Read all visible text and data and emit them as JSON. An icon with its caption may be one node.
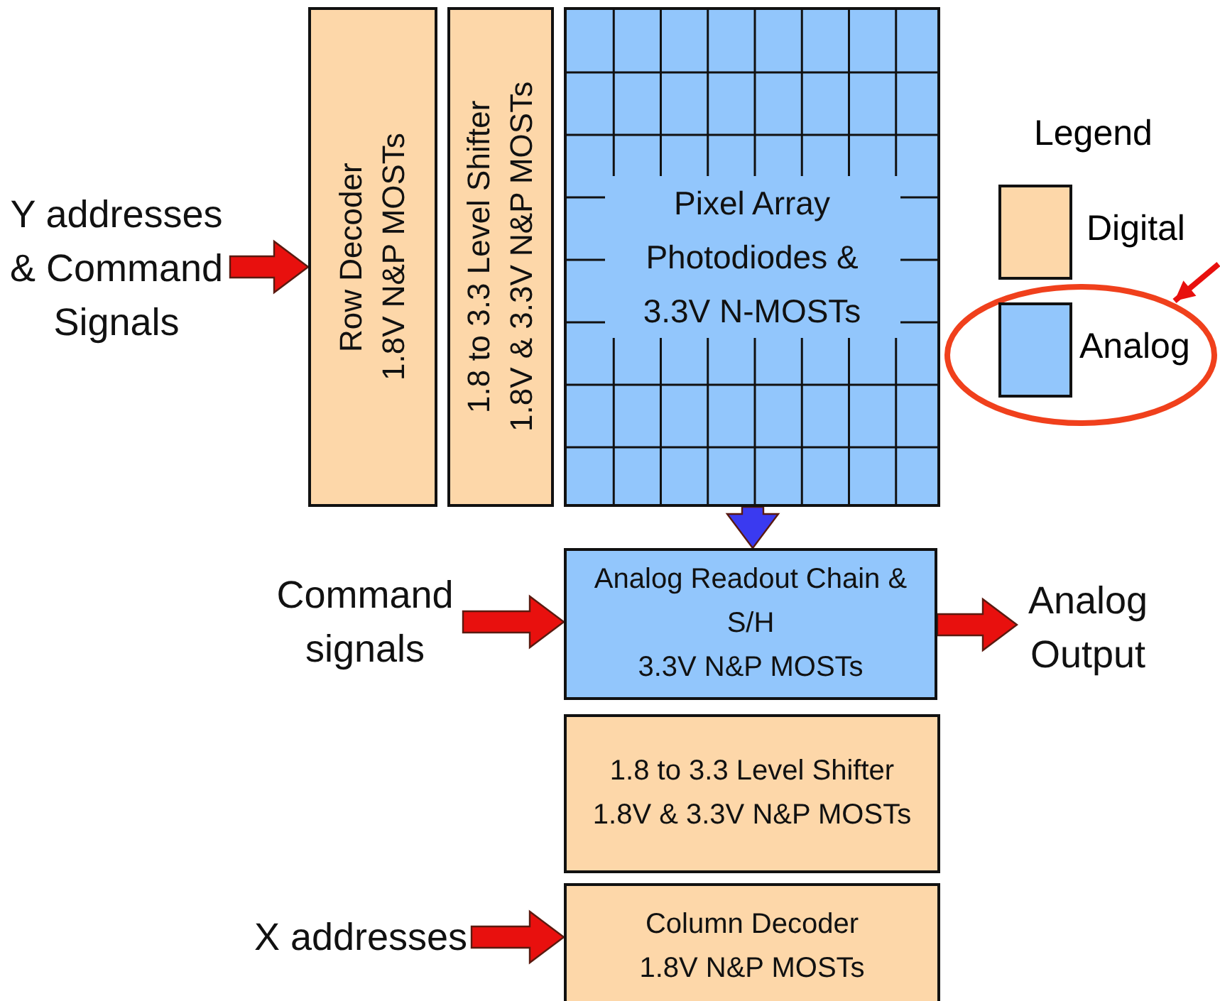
{
  "diagram": {
    "nodes": [
      {
        "text": [
          "Y addresses & Command Signals"
        ]
      },
      {
        "text": [
          "Row Decoder",
          "1.8V N&P MOSTs"
        ]
      },
      {
        "text": [
          "1.8 to 3.3 Level Shifter",
          "1.8V & 3.3V N&P MOSTs"
        ]
      },
      {
        "text": [
          "Pixel Array Photodiodes & 3.3V N-MOSTs"
        ]
      },
      {
        "text": [
          "Command signals"
        ]
      },
      {
        "text": [
          "Analog Readout Chain & S/H",
          "3.3V N&P MOSTs"
        ]
      },
      {
        "text": [
          "Analog Output"
        ]
      },
      {
        "text": [
          "1.8 to 3.3 Level Shifter",
          "1.8V & 3.3V N&P MOSTs"
        ]
      },
      {
        "text": [
          "X addresses"
        ]
      },
      {
        "text": [
          "Column Decoder",
          "1.8V N&P MOSTs"
        ]
      },
      {
        "text": [],
        "shape": "ellipse"
      }
    ],
    "edges": [
      {
        "from": 0,
        "to": 1,
        "arrow": "to",
        "style": "thick"
      },
      {
        "from": 3,
        "to": 5,
        "arrow": "to",
        "style": "thick",
        "color": "#3a3af0"
      },
      {
        "from": 4,
        "to": 5,
        "arrow": "to",
        "style": "thick"
      },
      {
        "from": 5,
        "to": 6,
        "arrow": "to",
        "style": "thick"
      },
      {
        "from": 8,
        "to": 9,
        "arrow": "to",
        "style": "thick"
      },
      {
        "from": null,
        "to": 10,
        "arrow": "to"
      }
    ],
    "labels": [
      "Legend"
    ],
    "legend": [
      {
        "text": "Digital",
        "color": "#fdd7a9"
      },
      {
        "text": "Analog",
        "color": "#92c6fc"
      }
    ]
  }
}
